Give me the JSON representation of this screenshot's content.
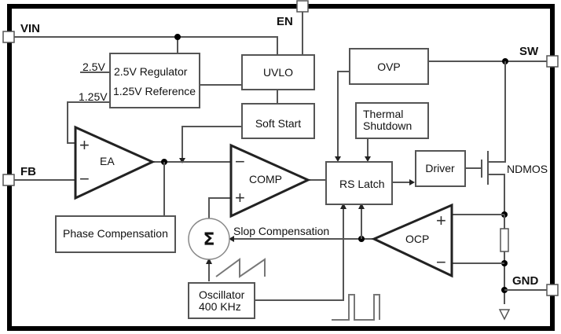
{
  "pins": {
    "vin": "VIN",
    "en": "EN",
    "sw": "SW",
    "fb": "FB",
    "gnd": "GND"
  },
  "blocks": {
    "regulator_line1": "2.5V Regulator",
    "regulator_line2": "1.25V Reference",
    "uvlo": "UVLO",
    "soft_start": "Soft Start",
    "ovp": "OVP",
    "thermal_line1": "Thermal",
    "thermal_line2": "Shutdown",
    "driver": "Driver",
    "rs_latch": "RS Latch",
    "phase_comp": "Phase Compensation",
    "osc_line1": "Oscillator",
    "osc_line2": "400 KHz"
  },
  "amplifiers": {
    "ea": "EA",
    "comp": "COMP",
    "ocp": "OCP",
    "plus": "+",
    "minus": "−"
  },
  "labels": {
    "v25": "2.5V",
    "v125": "1.25V",
    "ndmos": "NDMOS",
    "slope_comp": "Slop Compensation",
    "summer": "Σ"
  }
}
